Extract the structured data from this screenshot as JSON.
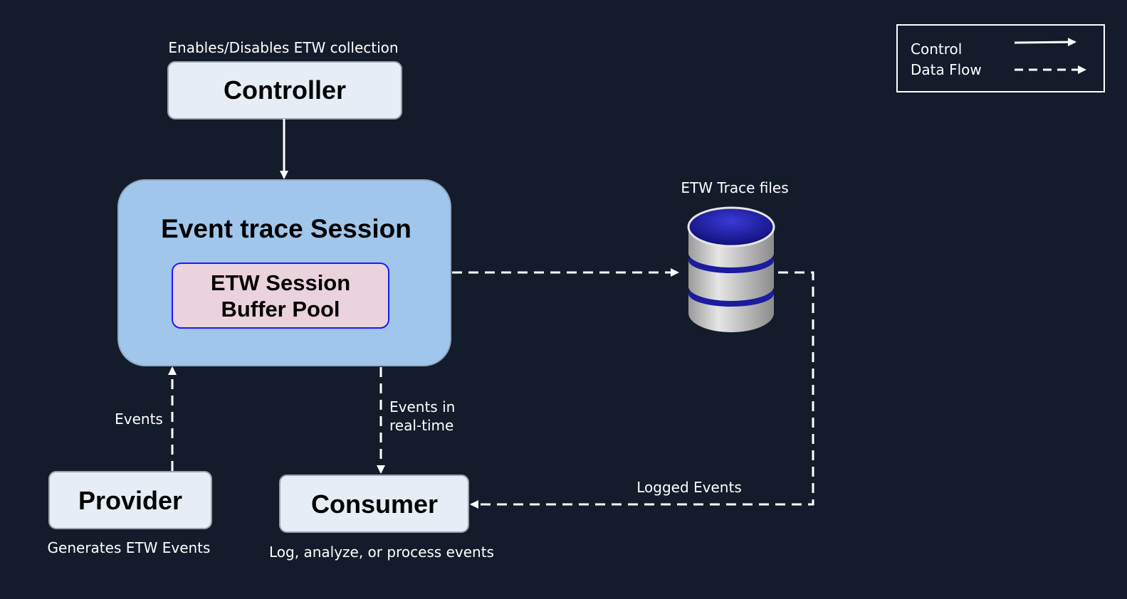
{
  "nodes": {
    "controller": {
      "label": "Controller",
      "caption": "Enables/Disables ETW collection"
    },
    "session": {
      "label": "Event trace Session"
    },
    "buffer_pool": {
      "line1": "ETW Session",
      "line2": "Buffer Pool"
    },
    "trace_files": {
      "caption": "ETW Trace files"
    },
    "provider": {
      "label": "Provider",
      "caption": "Generates ETW Events"
    },
    "consumer": {
      "label": "Consumer",
      "caption": "Log, analyze, or process events"
    }
  },
  "edges": {
    "provider_to_session": {
      "label": "Events"
    },
    "session_to_consumer": {
      "label_line1": "Events in",
      "label_line2": "real-time"
    },
    "files_to_consumer": {
      "label": "Logged Events"
    }
  },
  "legend": {
    "control_label": "Control",
    "data_flow_label": "Data Flow"
  },
  "colors": {
    "background": "#141c2b",
    "box_fill": "#e6edf5",
    "session_fill": "#a1c6eb",
    "buffer_fill": "#ead3dc",
    "buffer_border": "#1a1aff",
    "arrow": "#ffffff",
    "database_top": "#1c1c9e",
    "database_body": "#c8c8c8"
  }
}
